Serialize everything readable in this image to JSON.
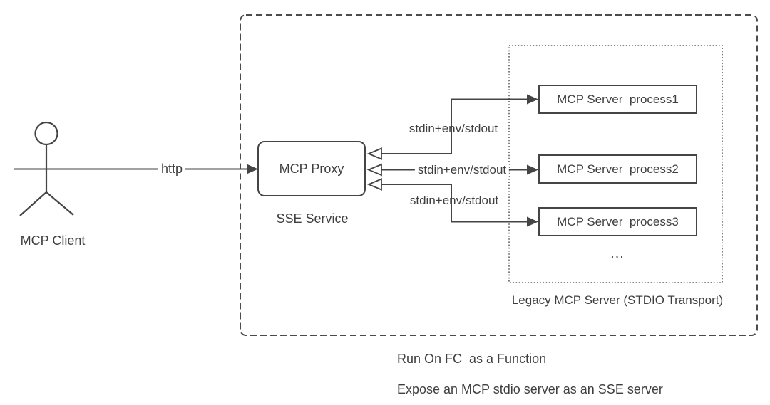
{
  "diagram": {
    "actor": {
      "label": "MCP Client"
    },
    "http_edge": {
      "label": "http"
    },
    "proxy": {
      "label": "MCP Proxy",
      "sublabel": "SSE Service"
    },
    "stdio_edges": [
      {
        "label": "stdin+env/stdout"
      },
      {
        "label": "stdin+env/stdout"
      },
      {
        "label": "stdin+env/stdout"
      }
    ],
    "servers": [
      {
        "label": "MCP Server  process1"
      },
      {
        "label": "MCP Server  process2"
      },
      {
        "label": "MCP Server  process3"
      }
    ],
    "more_indicator": "...",
    "legacy_group_label": "Legacy MCP Server (STDIO Transport)",
    "notes": [
      "Run On FC  as a Function",
      "Expose an MCP stdio server as an SSE server"
    ],
    "colors": {
      "line": "#454545",
      "text": "#3f3f3f",
      "background": "#ffffff"
    }
  }
}
